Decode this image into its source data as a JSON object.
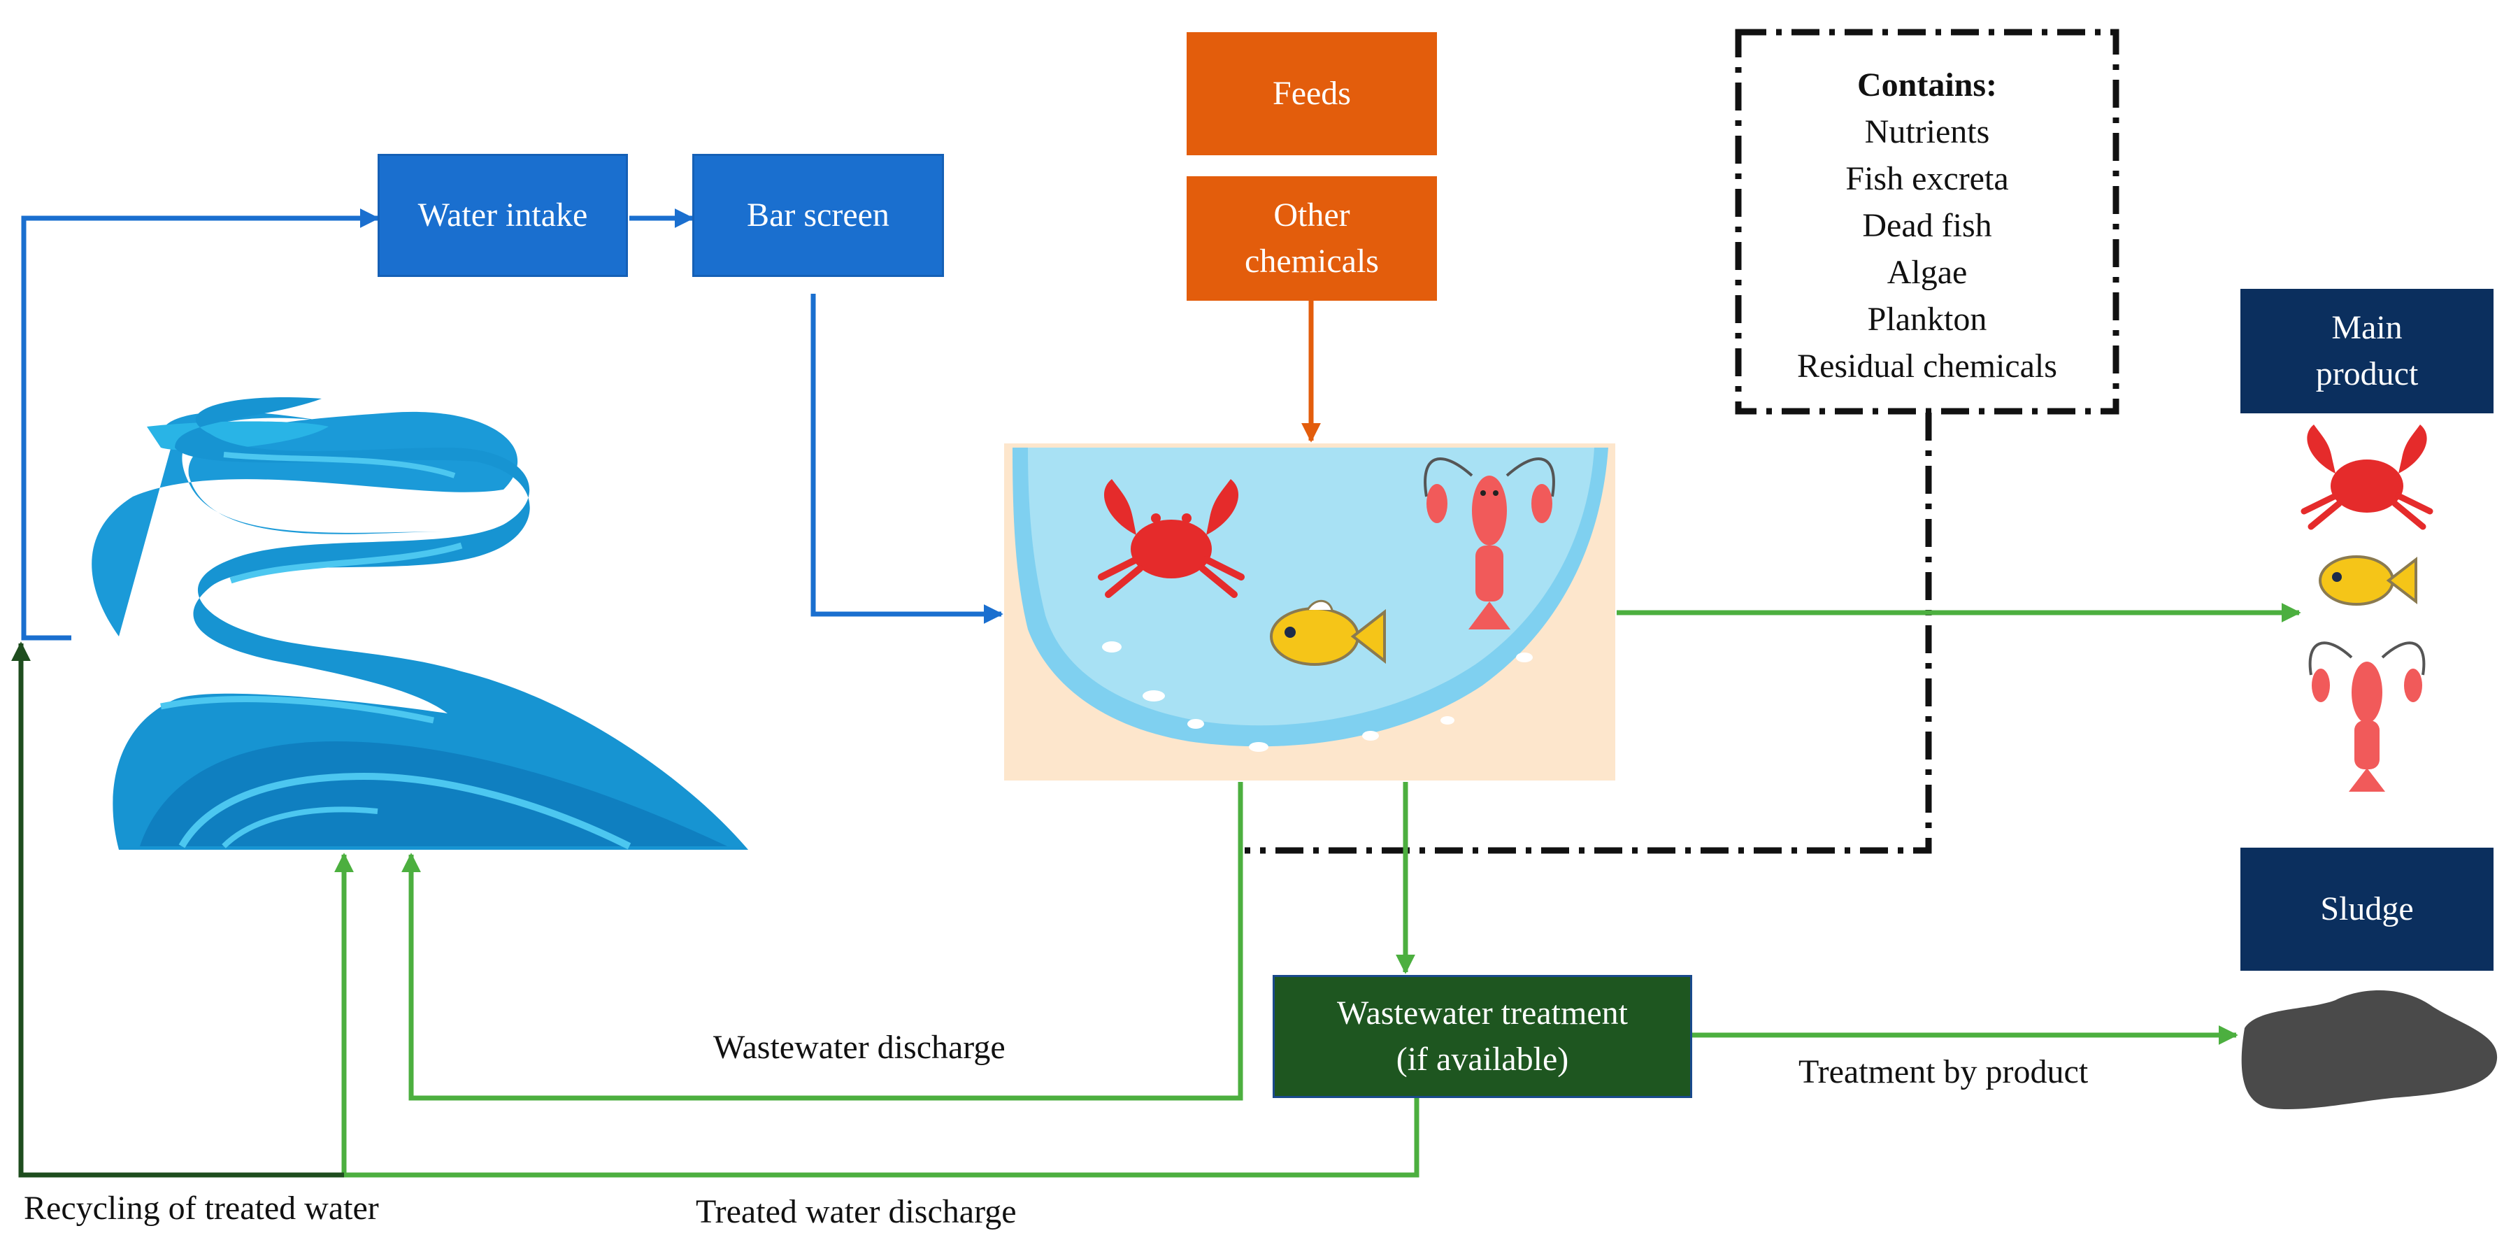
{
  "boxes": {
    "water_intake": "Water intake",
    "bar_screen": "Bar screen",
    "feeds": "Feeds",
    "other_chemicals": [
      "Other",
      "chemicals"
    ],
    "main_product": [
      "Main",
      "product"
    ],
    "sludge": "Sludge",
    "wastewater_treatment": [
      "Wastewater treatment",
      "(if available)"
    ]
  },
  "contains": {
    "title": "Contains:",
    "items": [
      "Nutrients",
      "Fish excreta",
      "Dead fish",
      "Algae",
      "Plankton",
      "Residual chemicals"
    ]
  },
  "labels": {
    "wastewater_discharge": "Wastewater discharge",
    "treated_water_discharge": "Treated water discharge",
    "recycling": "Recycling of treated water",
    "treatment_by_product": "Treatment by product"
  },
  "colors": {
    "intake_flow": "#1a6fcf",
    "feed_flow": "#e35d0c",
    "discharge_flow": "#4caf3f",
    "recycle_flow": "#1e4d1e",
    "navy_box": "#0b2f5e",
    "treatment_box": "#1e5620"
  },
  "icons": [
    "river-icon",
    "pond-icon",
    "crab-icon",
    "fish-icon",
    "lobster-icon",
    "sludge-icon"
  ]
}
